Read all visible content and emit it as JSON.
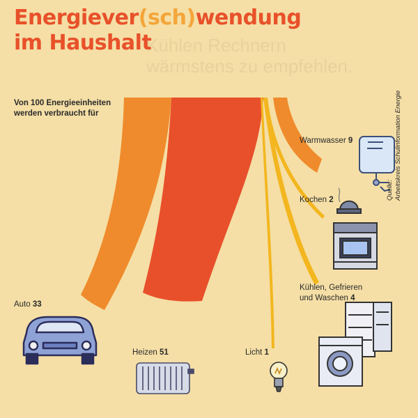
{
  "title": {
    "part1": "Energiever",
    "part2": "(sch)",
    "part3": "wendung",
    "line2": "im Haushalt"
  },
  "intro": {
    "line1": "Von 100 Energieeinheiten",
    "line2": "werden verbraucht für"
  },
  "source": {
    "line1": "Quelle:",
    "line2": "Arbeitskreis Schulinformation Energie"
  },
  "watermark": {
    "line1": "Kühlen Rechnern",
    "line2": "wärmstens zu empfehlen."
  },
  "colors": {
    "background": "#f5dfa6",
    "title": "#e8512a",
    "title_accent": "#f4a53a",
    "heizen": "#e8502b",
    "auto": "#ef8b2c",
    "warmwasser": "#ef8b2c",
    "small_flows": "#f3b61f"
  },
  "icons": [
    "car-icon",
    "radiator-icon",
    "lightbulb-icon",
    "water-heater-icon",
    "stove-icon",
    "fridge-icon",
    "washing-machine-icon"
  ],
  "chart_data": {
    "type": "sankey",
    "source": "100 Energieeinheiten",
    "flows": [
      {
        "label": "Auto",
        "value": 33
      },
      {
        "label": "Heizen",
        "value": 51
      },
      {
        "label": "Licht",
        "value": 1
      },
      {
        "label": "Warmwasser",
        "value": 9
      },
      {
        "label": "Kochen",
        "value": 2
      },
      {
        "label": "Kühlen, Gefrieren und Waschen",
        "value": 4
      }
    ]
  },
  "labels": {
    "auto": {
      "name": "Auto",
      "value": "33"
    },
    "heizen": {
      "name": "Heizen",
      "value": "51"
    },
    "licht": {
      "name": "Licht",
      "value": "1"
    },
    "warmwasser": {
      "name": "Warmwasser",
      "value": "9"
    },
    "kochen": {
      "name": "Kochen",
      "value": "2"
    },
    "kuehlen": {
      "line1": "Kühlen, Gefrieren",
      "line2": "und Waschen",
      "value": "4"
    }
  }
}
